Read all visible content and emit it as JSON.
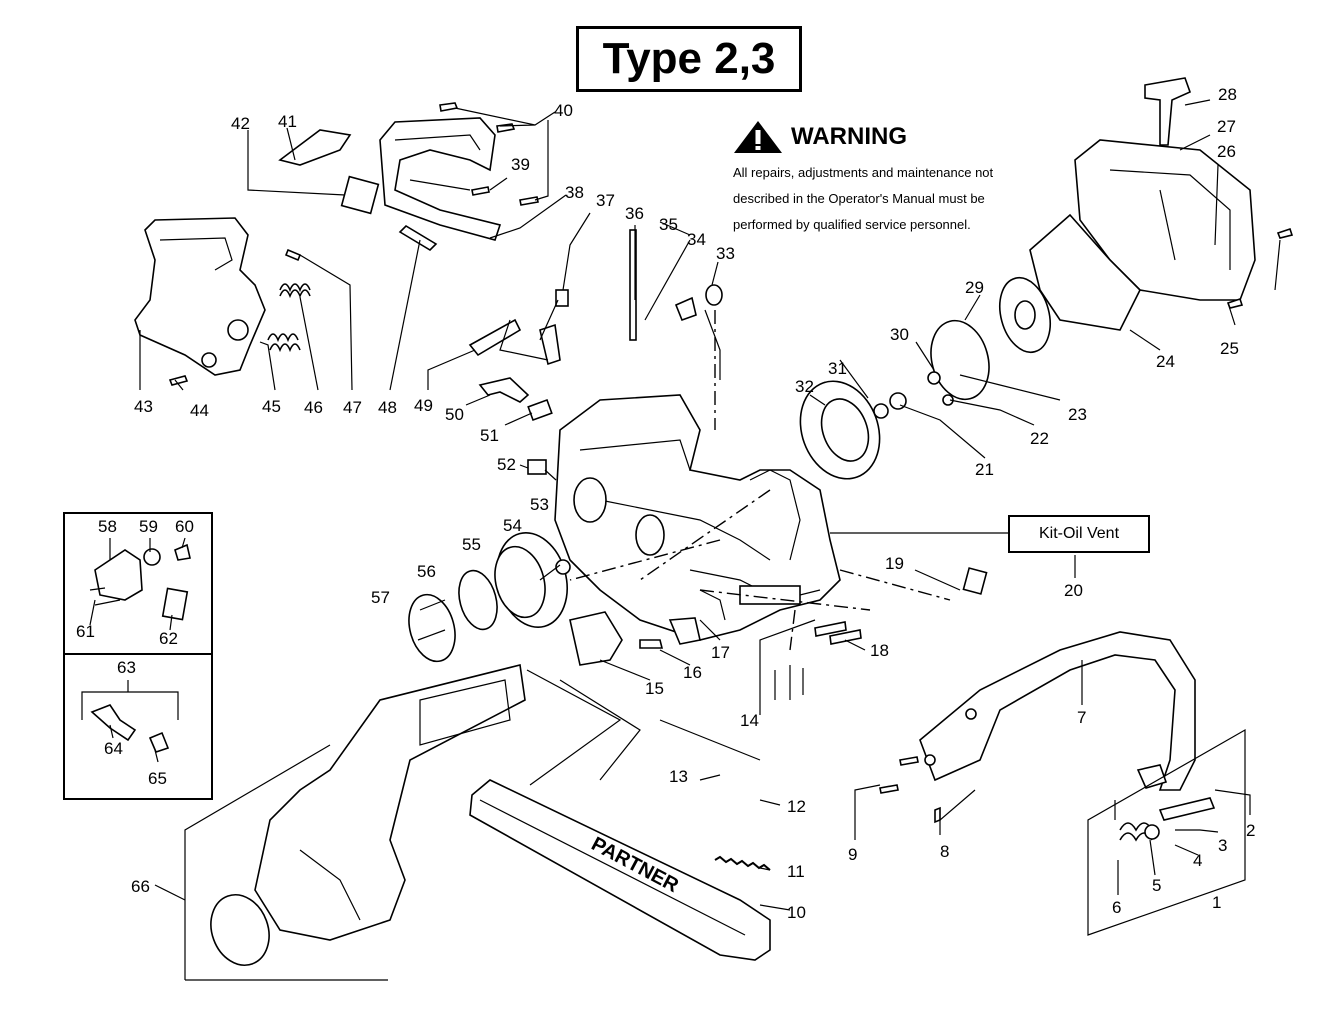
{
  "title": "Type 2,3",
  "warning": {
    "heading": "WARNING",
    "line1": "All repairs, adjustments and maintenance not",
    "line2": "described in the Operator's Manual must be",
    "line3": "performed by qualified  service personnel."
  },
  "kit_label": "Kit-Oil Vent",
  "brand": "PARTNER",
  "callouts": [
    "1",
    "2",
    "3",
    "4",
    "5",
    "6",
    "7",
    "8",
    "9",
    "10",
    "11",
    "12",
    "13",
    "14",
    "15",
    "16",
    "17",
    "18",
    "19",
    "20",
    "21",
    "22",
    "23",
    "24",
    "25",
    "26",
    "27",
    "28",
    "29",
    "30",
    "31",
    "32",
    "33",
    "34",
    "35",
    "36",
    "37",
    "38",
    "39",
    "40",
    "41",
    "42",
    "43",
    "44",
    "45",
    "46",
    "47",
    "48",
    "49",
    "50",
    "51",
    "52",
    "53",
    "54",
    "55",
    "56",
    "57",
    "58",
    "59",
    "60",
    "61",
    "62",
    "63",
    "64",
    "65",
    "66"
  ]
}
